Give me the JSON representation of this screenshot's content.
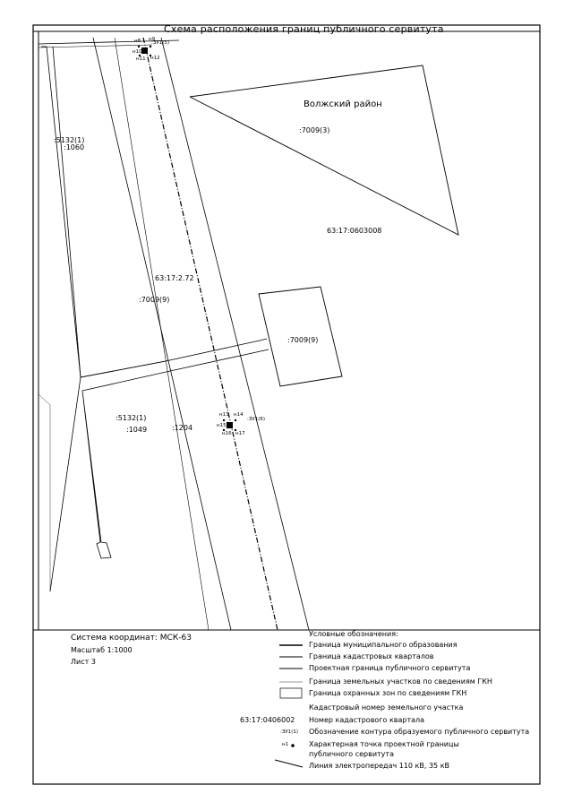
{
  "title": "Схема расположения границ публичного сервитута",
  "map_labels": {
    "district": "Волжский район",
    "parcel_7009_3": ":7009(3)",
    "quarter_main": "63:17:0603008",
    "parcel_5132_1_top": ":5132(1)",
    "parcel_1060": ":1060",
    "quarter_2_72": "63:17:2.72",
    "parcel_7009_9_left": ":7009(9)",
    "parcel_7009_9_right": ":7009(9)",
    "parcel_5132_1_bottom": ":5132(1)",
    "parcel_1049": ":1049",
    "parcel_1204": ":1204",
    "zone_top": ":ЗУ1(5)",
    "zone_bottom": ":ЗУ1(6)"
  },
  "point_labels": {
    "top_a": "н8",
    "top_b": "н9",
    "top_c": "н10",
    "top_d": "н11",
    "top_e": "н12",
    "bot_a": "н13",
    "bot_b": "н14",
    "bot_c": "н15",
    "bot_d": "н16",
    "bot_e": "н17"
  },
  "info": {
    "coords": "Система координат: МСК-63",
    "scale": "Масштаб 1:1000",
    "sheet": "Лист 3"
  },
  "legend": {
    "heading": "Условные обозначения:",
    "items": [
      "Граница муниципального образования",
      "Граница кадастровых кварталов",
      "Проектная граница публичного сервитута",
      "Граница земельных участков по сведениям ГКН",
      "Граница охранных зон по сведениям ГКН",
      "Кадастровый номер земельного участка",
      "Номер кадастрового квартала",
      "Обозначение контура образуемого публичного сервитута",
      "Характерная точка проектной границы",
      "публичного сервитута",
      "Линия электропередач 110 кВ, 35 кВ"
    ],
    "sample_quarter": "63:17:0406002",
    "sample_zone": ":ЗУ1(1)",
    "sample_point": "н1"
  }
}
